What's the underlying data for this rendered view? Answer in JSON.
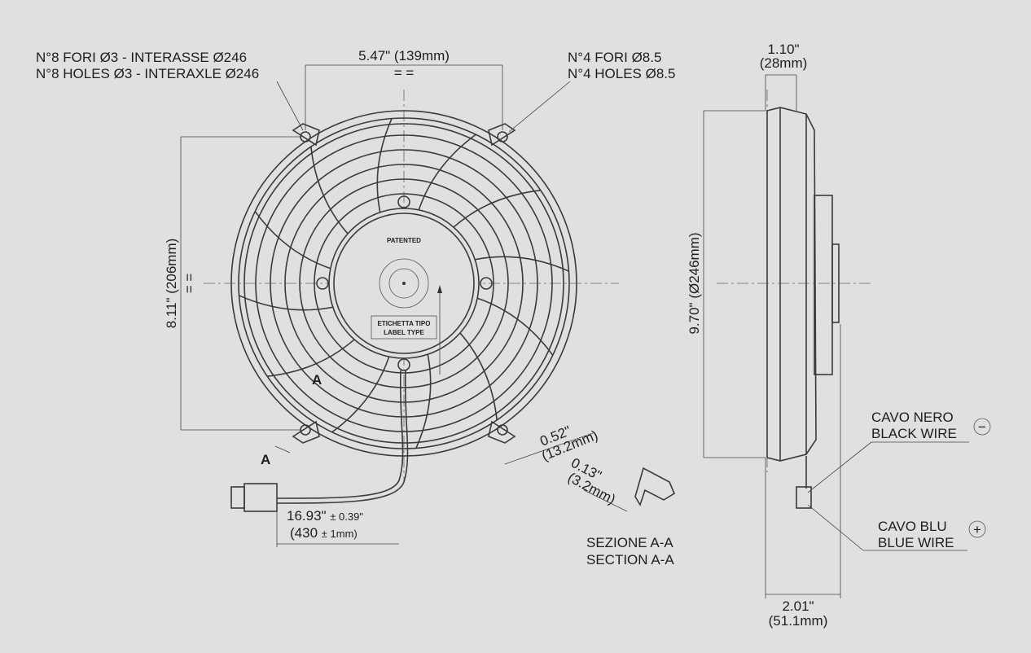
{
  "labels": {
    "holes8_it": "N°8 FORI Ø3 - INTERASSE Ø246",
    "holes8_en": "N°8 HOLES Ø3 - INTERAXLE Ø246",
    "holes4_it": "N°4 FORI Ø8.5",
    "holes4_en": "N°4 HOLES Ø8.5",
    "patented": "PATENTED",
    "label_type_it": "ETICHETTA TIPO",
    "label_type_en": "LABEL TYPE",
    "section_marker": "A",
    "section_it": "SEZIONE A-A",
    "section_en": "SECTION A-A",
    "black_wire_it": "CAVO NERO",
    "black_wire_en": "BLACK WIRE",
    "blue_wire_it": "CAVO BLU",
    "blue_wire_en": "BLUE WIRE",
    "minus": "−",
    "plus": "+",
    "equal": "= ="
  },
  "dimensions": {
    "hole_spacing": "5.47\" (139mm)",
    "height_mount": "8.11\" (206mm)",
    "diameter": "9.70\" (Ø246mm)",
    "depth_top_in": "1.10\"",
    "depth_top_mm": "(28mm)",
    "depth_bottom_in": "2.01\"",
    "depth_bottom_mm": "(51.1mm)",
    "cable_in": "16.93\"",
    "cable_in_tol": "± 0.39\"",
    "cable_mm": "(430",
    "cable_mm_tol": "± 1mm)",
    "tab_in": "0.52\"",
    "tab_mm": "(13.2mm)",
    "thick_in": "0.13\"",
    "thick_mm": "(3.2mm)"
  }
}
